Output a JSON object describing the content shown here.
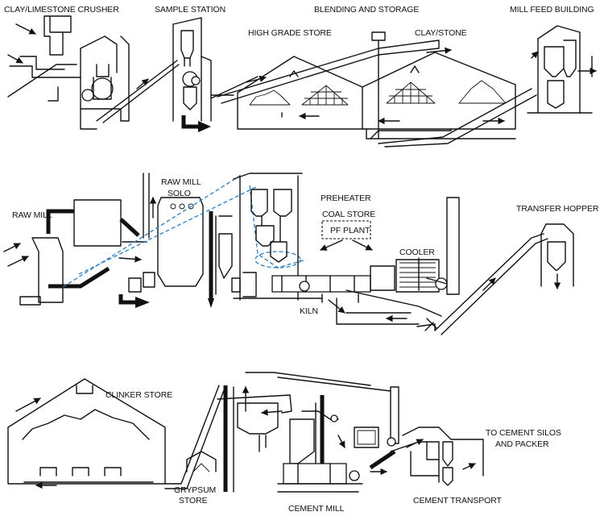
{
  "labels": {
    "crusher": "CLAY/LIMESTONE CRUSHER",
    "sample_station": "SAMPLE STATION",
    "blending_storage": "BLENDING AND STORAGE",
    "mill_feed_building": "MILL FEED BUILDING",
    "high_grade_store": "HIGH GRADE STORE",
    "clay_stone": "CLAY/STONE",
    "raw_mill": "RAW MILL",
    "raw_mill_silo_1": "RAW MILL",
    "raw_mill_silo_2": "SOLO",
    "preheater": "PREHEATER",
    "coal_store": "COAL STORE",
    "pf_plant": "PF PLANT",
    "transfer_hopper": "TRANSFER HOPPER",
    "cooler": "COOLER",
    "kiln": "KILN",
    "clinker_store": "CLINKER STORE",
    "gypsum_store_1": "GRYPSUM",
    "gypsum_store_2": "STORE",
    "cement_mill": "CEMENT MILL",
    "cement_silos_1": "TO CEMENT SILOS",
    "cement_silos_2": "AND PACKER",
    "cement_transport": "CEMENT TRANSPORT"
  },
  "colors": {
    "line": "#111111",
    "dashed_connection": "#2a7fc4",
    "background": "#ffffff"
  }
}
